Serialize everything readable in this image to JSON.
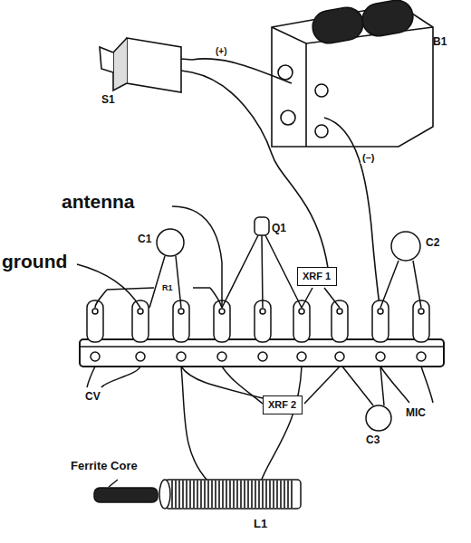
{
  "diagram": {
    "nodes": [
      {
        "text": [
          "XRF 1"
        ]
      },
      {
        "text": [
          "XRF 2"
        ]
      }
    ],
    "labels": [
      "B1",
      "S1",
      "(+)",
      "antenna",
      "(–)",
      "ground",
      "C1",
      "R1",
      "Q1",
      "C2",
      "CV",
      "C3",
      "MIC",
      "Ferrite Core",
      "L1"
    ]
  }
}
